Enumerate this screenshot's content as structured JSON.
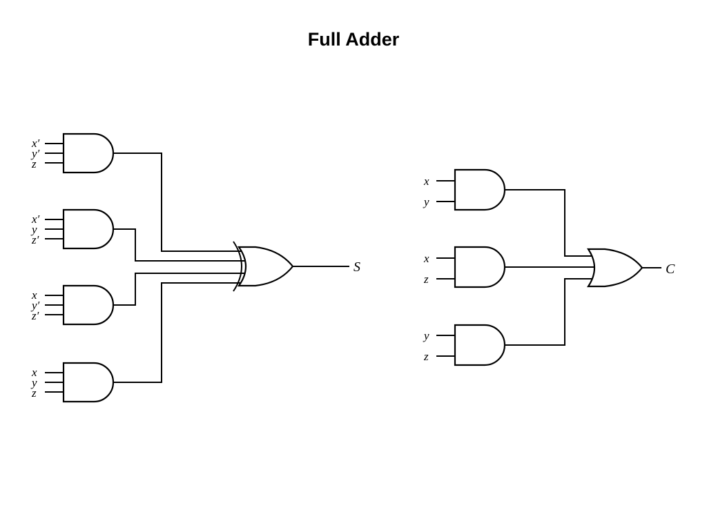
{
  "title": "Full Adder",
  "sum_circuit": {
    "and_gates": [
      {
        "inputs": [
          "x′",
          "y′",
          "z"
        ]
      },
      {
        "inputs": [
          "x′",
          "y",
          "z′"
        ]
      },
      {
        "inputs": [
          "x",
          "y′",
          "z′"
        ]
      },
      {
        "inputs": [
          "x",
          "y",
          "z"
        ]
      }
    ],
    "output_label": "S"
  },
  "carry_circuit": {
    "and_gates": [
      {
        "inputs": [
          "x",
          "y"
        ]
      },
      {
        "inputs": [
          "x",
          "z"
        ]
      },
      {
        "inputs": [
          "y",
          "z"
        ]
      }
    ],
    "output_label": "C"
  }
}
